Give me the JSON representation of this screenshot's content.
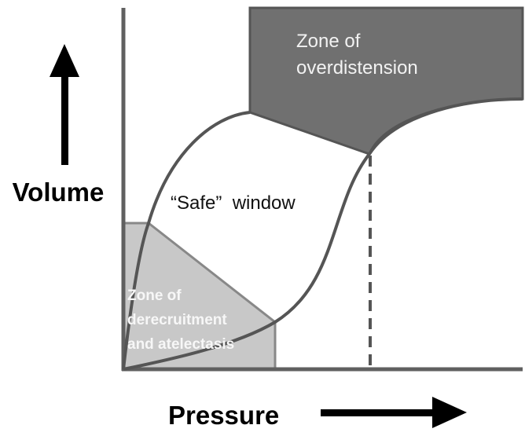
{
  "axes": {
    "y_label": "Volume",
    "x_label": "Pressure"
  },
  "zones": {
    "overdistension": {
      "line1": "Zone of",
      "line2": "overdistension"
    },
    "safe": {
      "label": "“Safe”  window"
    },
    "derecruitment": {
      "line1": "Zone of",
      "line2": "derecruitment",
      "line3": "and atelectasis"
    }
  },
  "colors": {
    "overdistension_fill": "#707070",
    "derecruitment_fill": "#c8c8c8",
    "curve_stroke": "#555555",
    "axis_stroke": "#606060",
    "arrow_fill": "#000000"
  }
}
